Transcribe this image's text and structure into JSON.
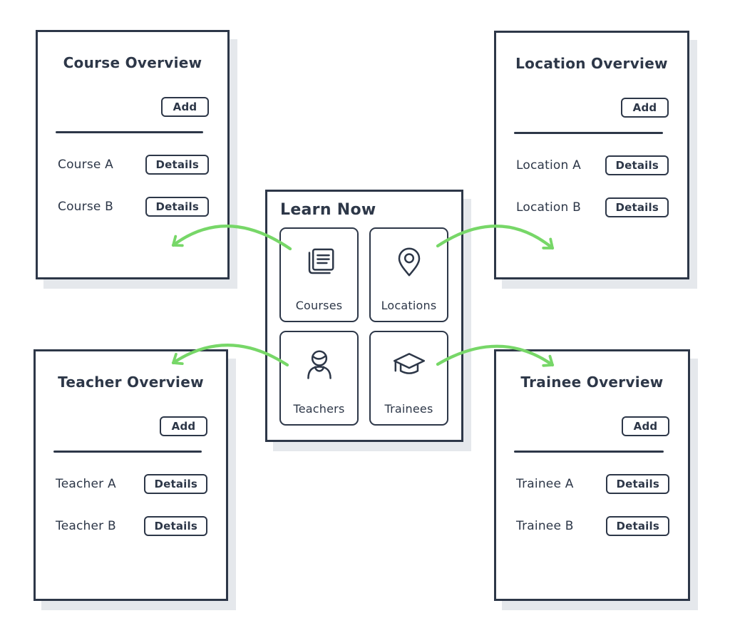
{
  "colors": {
    "ink": "#2d3748",
    "accent_green": "#77d768",
    "panel_shadow": "#e5e8ec",
    "background": "#ffffff"
  },
  "center": {
    "title": "Learn Now",
    "tiles": [
      {
        "label": "Courses",
        "icon": "courses-stack-icon"
      },
      {
        "label": "Locations",
        "icon": "map-pin-icon"
      },
      {
        "label": "Teachers",
        "icon": "person-icon"
      },
      {
        "label": "Trainees",
        "icon": "graduation-cap-icon"
      }
    ]
  },
  "panels": [
    {
      "title": "Course Overview",
      "add_label": "Add",
      "rows": [
        {
          "label": "Course A",
          "button_label": "Details"
        },
        {
          "label": "Course B",
          "button_label": "Details"
        }
      ]
    },
    {
      "title": "Location Overview",
      "add_label": "Add",
      "rows": [
        {
          "label": "Location A",
          "button_label": "Details"
        },
        {
          "label": "Location B",
          "button_label": "Details"
        }
      ]
    },
    {
      "title": "Teacher Overview",
      "add_label": "Add",
      "rows": [
        {
          "label": "Teacher A",
          "button_label": "Details"
        },
        {
          "label": "Teacher B",
          "button_label": "Details"
        }
      ]
    },
    {
      "title": "Trainee Overview",
      "add_label": "Add",
      "rows": [
        {
          "label": "Trainee A",
          "button_label": "Details"
        },
        {
          "label": "Trainee B",
          "button_label": "Details"
        }
      ]
    }
  ],
  "arrows": [
    {
      "icon": "curved-arrow-icon",
      "name": "courses-to-course-overview"
    },
    {
      "icon": "curved-arrow-icon",
      "name": "locations-to-location-overview"
    },
    {
      "icon": "curved-arrow-icon",
      "name": "teachers-to-teacher-overview"
    },
    {
      "icon": "curved-arrow-icon",
      "name": "trainees-to-trainee-overview"
    }
  ]
}
